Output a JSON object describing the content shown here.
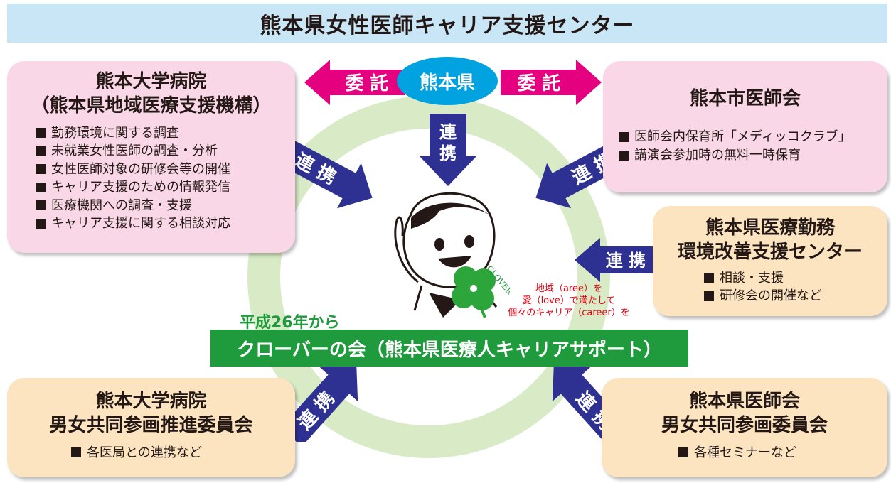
{
  "header": {
    "title": "熊本県女性医師キャリア支援センター"
  },
  "center": {
    "prefecture": "熊本県",
    "since": "平成26年から",
    "clover_meeting": "クローバーの会（熊本県医療人キャリアサポート）",
    "clover_logo": "CLOVER",
    "tagline": [
      "地域（aree）を",
      "愛（love）で満たして",
      "個々のキャリア（career）を"
    ]
  },
  "arrows": {
    "commission": "委 託",
    "cooperation": "連 携"
  },
  "boxes": {
    "univ_hospital": {
      "title": [
        "熊本大学病院",
        "（熊本県地域医療支援機構）"
      ],
      "items": [
        "勤務環境に関する調査",
        "未就業女性医師の調査・分析",
        "女性医師対象の研修会等の開催",
        "キャリア支援のための情報発信",
        "医療機関への調査・支援",
        "キャリア支援に関する相談対応"
      ]
    },
    "city_medical": {
      "title": [
        "熊本市医師会"
      ],
      "items": [
        "医師会内保育所「メディッコクラブ」",
        "講演会参加時の無料一時保育"
      ]
    },
    "work_env_center": {
      "title": [
        "熊本県医療勤務",
        "環境改善支援センター"
      ],
      "items": [
        "相談・支援",
        "研修会の開催など"
      ]
    },
    "gender_committee": {
      "title": [
        "熊本大学病院",
        "男女共同参画推進委員会"
      ],
      "items": [
        "各医局との連携など"
      ]
    },
    "pref_medical": {
      "title": [
        "熊本県医師会",
        "男女共同参画委員会"
      ],
      "items": [
        "各種セミナーなど"
      ]
    }
  },
  "colors": {
    "header": "#c9e6f6",
    "ring": "#d8ebc6",
    "pink": "#f9d7e6",
    "peach": "#fde4c0",
    "commission_arrow": "#e4007f",
    "cooperation_arrow": "#2e3192",
    "prefecture": "#00a2e0",
    "clover_green": "#1f9a3c",
    "tagline": "#e60012"
  }
}
